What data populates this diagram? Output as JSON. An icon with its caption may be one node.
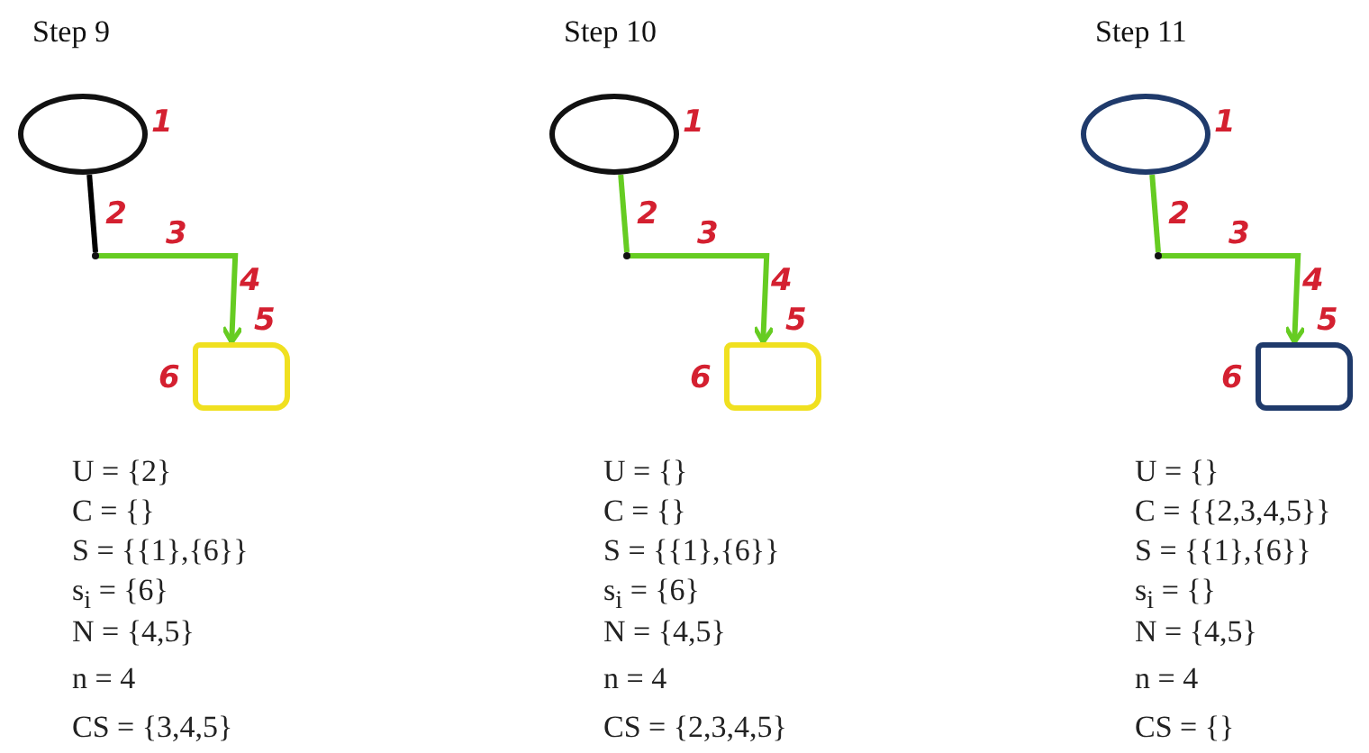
{
  "diagram": {
    "nodes": [
      {
        "text": [],
        "shape": "circle",
        "beside": [
          "1"
        ]
      },
      {
        "text": [],
        "shape": "point"
      },
      {
        "text": [],
        "shape": "box",
        "beside": [
          "6"
        ]
      },
      {
        "text": [],
        "shape": "circle",
        "beside": [
          "1"
        ]
      },
      {
        "text": [],
        "shape": "point"
      },
      {
        "text": [],
        "shape": "box",
        "beside": [
          "6"
        ]
      },
      {
        "text": [],
        "shape": "circle",
        "beside": [
          "1"
        ]
      },
      {
        "text": [],
        "shape": "point"
      },
      {
        "text": [],
        "shape": "box",
        "beside": [
          "6"
        ]
      }
    ],
    "edges": [
      {
        "from": 0,
        "to": 1,
        "arrow": "none",
        "label": "2",
        "color": "#000000"
      },
      {
        "from": 1,
        "to": 2,
        "arrow": "to"
      },
      {
        "from": 3,
        "to": 4,
        "arrow": "none",
        "label": "2"
      },
      {
        "from": 4,
        "to": 5,
        "arrow": "to"
      },
      {
        "from": 6,
        "to": 7,
        "arrow": "none",
        "label": "2"
      },
      {
        "from": 7,
        "to": 8,
        "arrow": "to"
      }
    ],
    "labels": [
      "Step 9",
      "3",
      "4",
      "5",
      "U = {2}",
      "C = {}",
      "S = {{1},{6}}",
      "s$_{i}$ = {6}",
      "N = {4,5}",
      "n = 4",
      "CS = {3,4,5}",
      "Step 10",
      "3",
      "4",
      "5",
      "U = {}",
      "C = {}",
      "S = {{1},{6}}",
      "s$_{i}$ = {6}",
      "N = {4,5}",
      "n = 4",
      "CS = {2,3,4,5}",
      "Step 11",
      "3",
      "4",
      "5",
      "U = {}",
      "C = {{2,3,4,5}}",
      "S = {{1},{6}}",
      "s$_{i}$ = {}",
      "N = {4,5}",
      "n = 4",
      "CS = {}"
    ]
  }
}
